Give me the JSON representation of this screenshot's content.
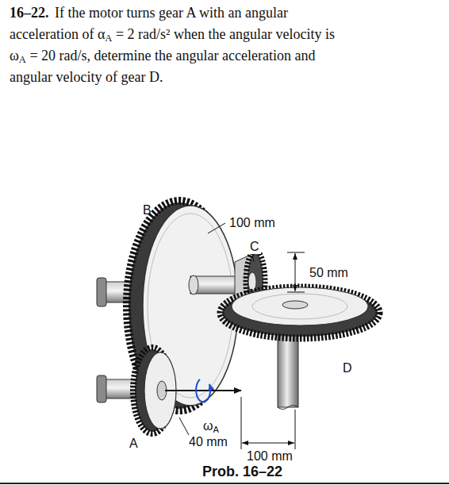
{
  "diagram": {
    "caption": "Prob. 16–22",
    "labels": [
      "16–22.",
      "If the motor turns gear A with an angular",
      "acceleration of αA = 2 rad/s² when the angular velocity is",
      "ωA = 20 rad/s, determine the angular acceleration and",
      "angular velocity of gear D.",
      "B",
      "100 mm",
      "C",
      "50 mm",
      "D",
      "ωA",
      "40 mm",
      "A",
      "100 mm"
    ]
  }
}
